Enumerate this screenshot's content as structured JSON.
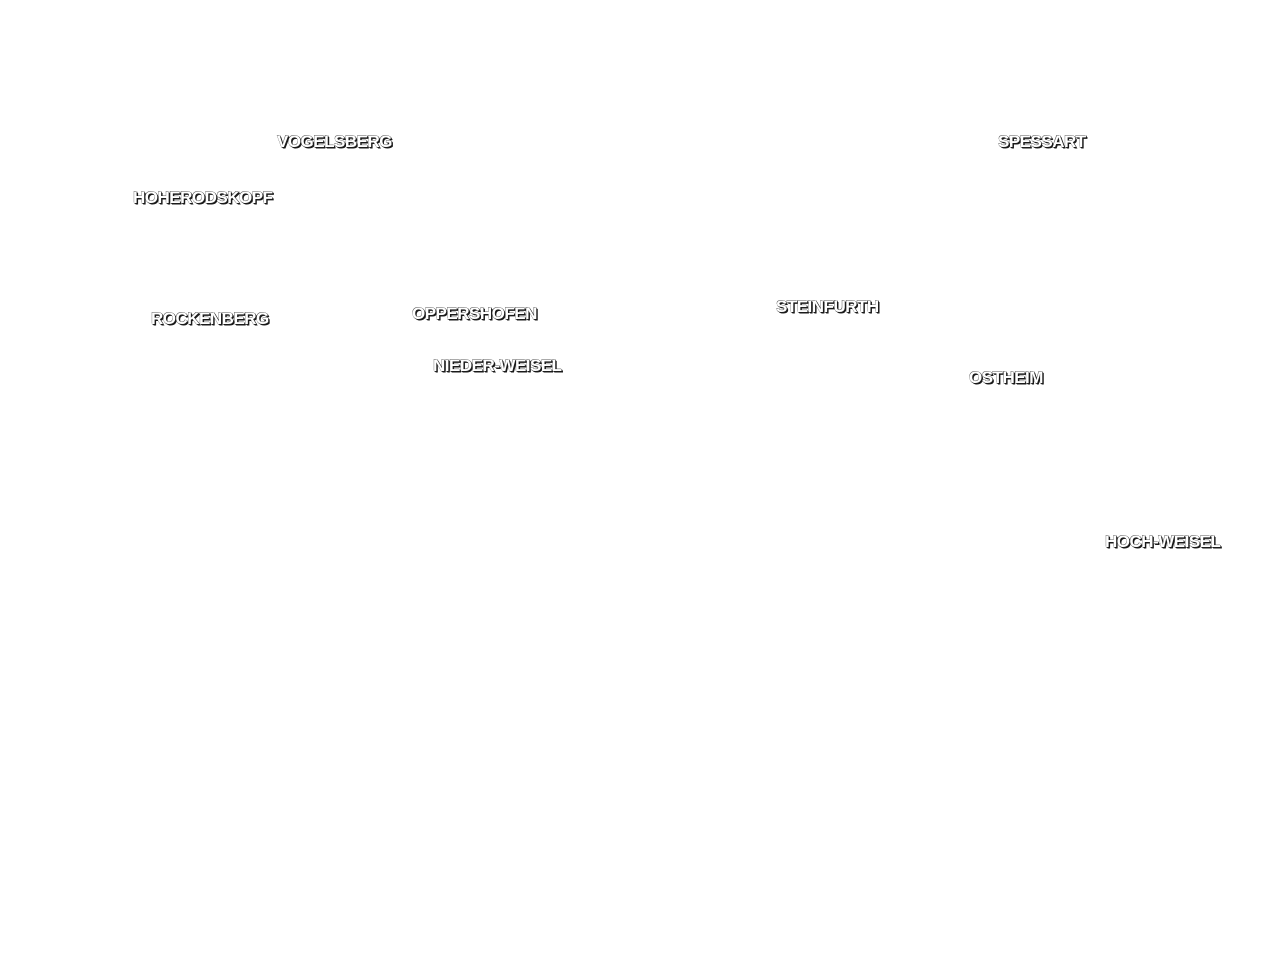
{
  "map": {
    "labels": {
      "vogelsberg": "VOGELSBERG",
      "spessart": "SPESSART",
      "hoherodskopf": "HOHERODSKOPF",
      "rockenberg": "ROCKENBERG",
      "oppershofen": "OPPERSHOFEN",
      "steinfurth": "STEINFURTH",
      "nieder_weisel": "NIEDER-WEISEL",
      "ostheim": "OSTHEIM",
      "hoch_weisel": "HOCH-WEISEL"
    },
    "colors": {
      "background": "#ffffff",
      "label_fill": "#ffffff",
      "label_outline": "#1a1a1a"
    }
  }
}
